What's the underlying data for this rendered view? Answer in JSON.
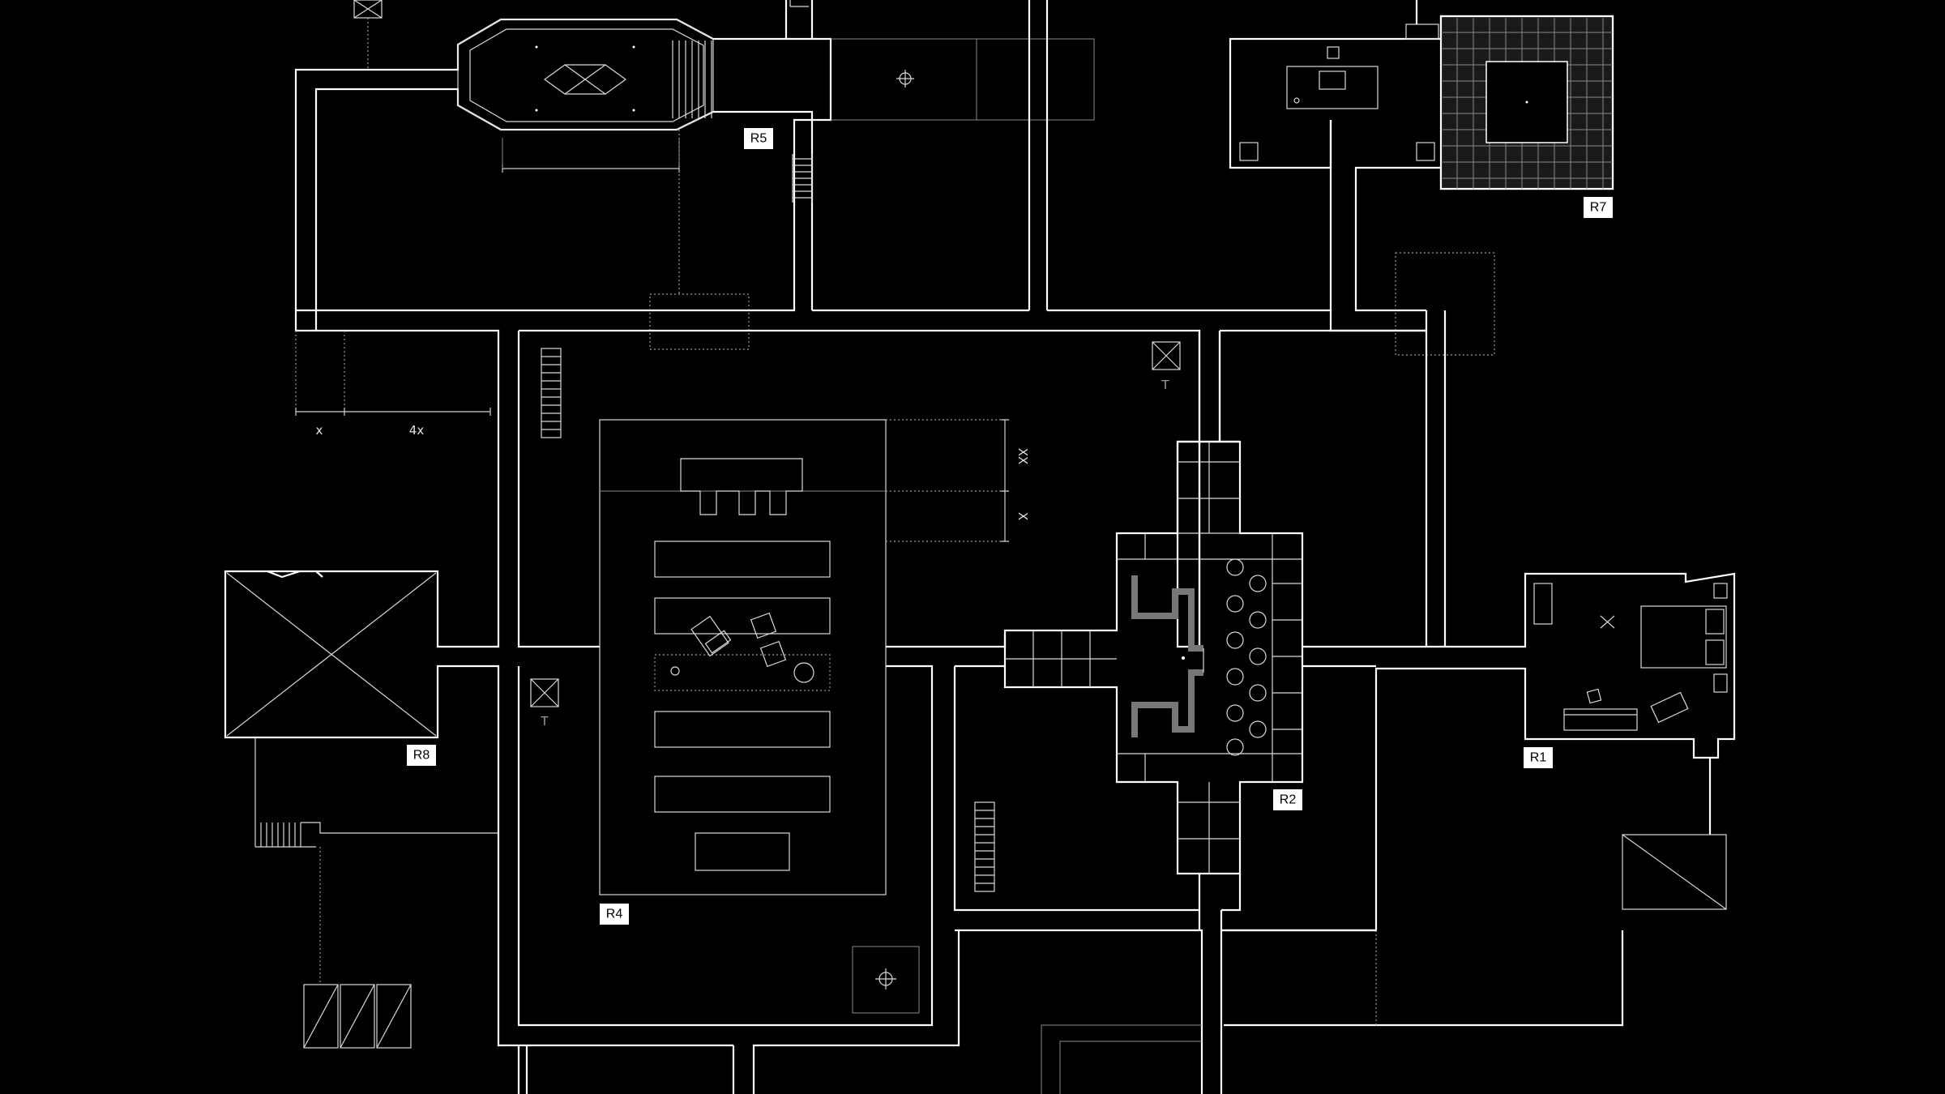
{
  "colors": {
    "background": "#000000",
    "wall": "#ffffff",
    "label_fill": "#ffffff",
    "label_text": "#000000"
  },
  "room_labels": {
    "r1": "R1",
    "r2": "R2",
    "r4": "R4",
    "r5": "R5",
    "r7": "R7",
    "r8": "R8"
  },
  "dimensions": {
    "unit_x": "x",
    "four_x": "4x",
    "double_x": "XX",
    "single_x": "X"
  },
  "markers": {
    "t_upper": "T",
    "t_lower": "T"
  },
  "icons": {
    "stairs": "stairs-icon",
    "table": "table-icon",
    "bed": "bed-icon",
    "target": "crosshair-icon",
    "elevator": "elevator-icon"
  }
}
